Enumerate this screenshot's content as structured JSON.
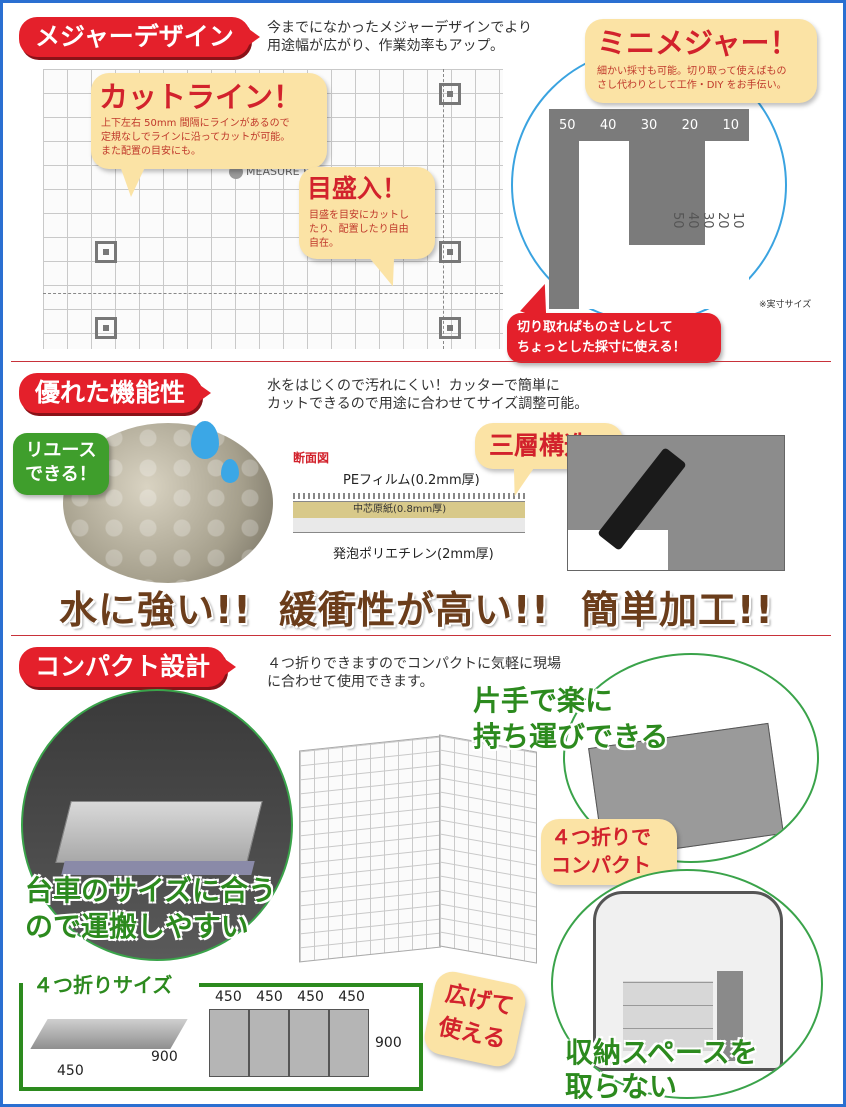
{
  "section1": {
    "title": "メジャーデザイン",
    "desc_line1": "今までになかったメジャーデザインでより",
    "desc_line2": "用途幅が広がり、作業効率もアップ。",
    "mini_title": "ミニメジャー！",
    "mini_sub1": "細かい採寸も可能。切り取って使えばもの",
    "mini_sub2": "さし代わりとして工作・DIY をお手伝い。",
    "cut_title": "カットライン！",
    "cut_sub1": "上下左右 50mm 間隔にラインがあるので",
    "cut_sub2": "定規なしでラインに沿ってカットが可能。",
    "cut_sub3": "また配置の目安にも。",
    "scale_title": "目盛入！",
    "scale_sub1": "目盛を目安にカットし",
    "scale_sub2": "たり、配置したり自由",
    "scale_sub3": "自在。",
    "logo_text": "MEASURE B",
    "ruler_top": [
      "50",
      "40",
      "30",
      "20",
      "10"
    ],
    "ruler_side": [
      "10",
      "20",
      "30",
      "40",
      "50"
    ],
    "actual_size": "※実寸サイズ",
    "red_note1": "切り取ればものさしとして",
    "red_note2": "ちょっとした採寸に使える！"
  },
  "section2": {
    "title": "優れた機能性",
    "desc_line1": "水をはじくので汚れにくい！カッターで簡単に",
    "desc_line2": "カットできるので用途に合わせてサイズ調整可能。",
    "reuse1": "リユース",
    "reuse2": "できる！",
    "cross_section": "断面図",
    "layers_title": "三層構造",
    "layer1": "PEフィルム(0.2mm厚)",
    "layer2": "中芯原紙(0.8mm厚)",
    "layer3": "発泡ポリエチレン(2mm厚)",
    "big1": "水に強い!!",
    "big2": "緩衝性が高い!!",
    "big3": "簡単加工!!"
  },
  "section3": {
    "title": "コンパクト設計",
    "desc_line1": "４つ折りできますのでコンパクトに気軽に現場",
    "desc_line2": "に合わせて使用できます。",
    "carry1": "片手で楽に",
    "carry2": "持ち運びできる",
    "fold1": "４つ折りで",
    "fold2": "コンパクト",
    "cart1": "台車のサイズに合う",
    "cart2": "ので運搬しやすい",
    "size_title": "４つ折りサイズ",
    "dim_450": "450",
    "dim_900": "900",
    "panel_widths": [
      "450",
      "450",
      "450",
      "450"
    ],
    "panel_height": "900",
    "spread1": "広げて",
    "spread2": "使える",
    "storage1": "収納スペースを",
    "storage2": "取らない"
  },
  "colors": {
    "frame": "#2a6fd1",
    "tag_red": "#e4202b",
    "bubble": "#fbe3a5",
    "green": "#2c8a1e",
    "brown": "#6b3d1b"
  }
}
